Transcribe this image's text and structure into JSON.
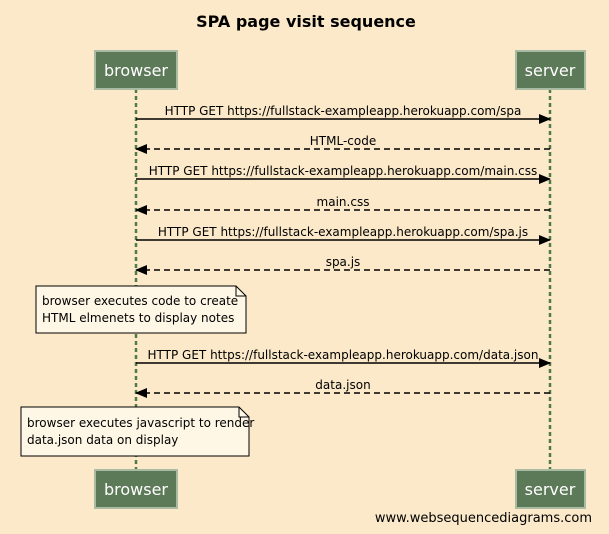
{
  "title": "SPA page visit sequence",
  "actors": {
    "browser": "browser",
    "server": "server"
  },
  "messages": [
    {
      "label": "HTTP GET https://fullstack-exampleapp.herokuapp.com/spa",
      "from": "browser",
      "to": "server",
      "style": "solid"
    },
    {
      "label": "HTML-code",
      "from": "server",
      "to": "browser",
      "style": "dashed"
    },
    {
      "label": "HTTP GET https://fullstack-exampleapp.herokuapp.com/main.css",
      "from": "browser",
      "to": "server",
      "style": "solid"
    },
    {
      "label": "main.css",
      "from": "server",
      "to": "browser",
      "style": "dashed"
    },
    {
      "label": "HTTP GET https://fullstack-exampleapp.herokuapp.com/spa.js",
      "from": "browser",
      "to": "server",
      "style": "solid"
    },
    {
      "label": "spa.js",
      "from": "server",
      "to": "browser",
      "style": "dashed"
    },
    {
      "label": "HTTP GET https://fullstack-exampleapp.herokuapp.com/data.json",
      "from": "browser",
      "to": "server",
      "style": "solid"
    },
    {
      "label": "data.json",
      "from": "server",
      "to": "browser",
      "style": "dashed"
    }
  ],
  "notes": [
    {
      "lines": [
        "browser executes code to create",
        "HTML elmenets to display notes"
      ]
    },
    {
      "lines": [
        "browser executes javascript to render",
        "data.json data on display"
      ]
    }
  ],
  "watermark": "www.websequencediagrams.com",
  "colors": {
    "background": "#fbe9c9",
    "actor_fill": "#5d7a58",
    "actor_border": "#a9bca3",
    "lifeline": "#4f7a49",
    "note_fill": "#fef7e6"
  }
}
